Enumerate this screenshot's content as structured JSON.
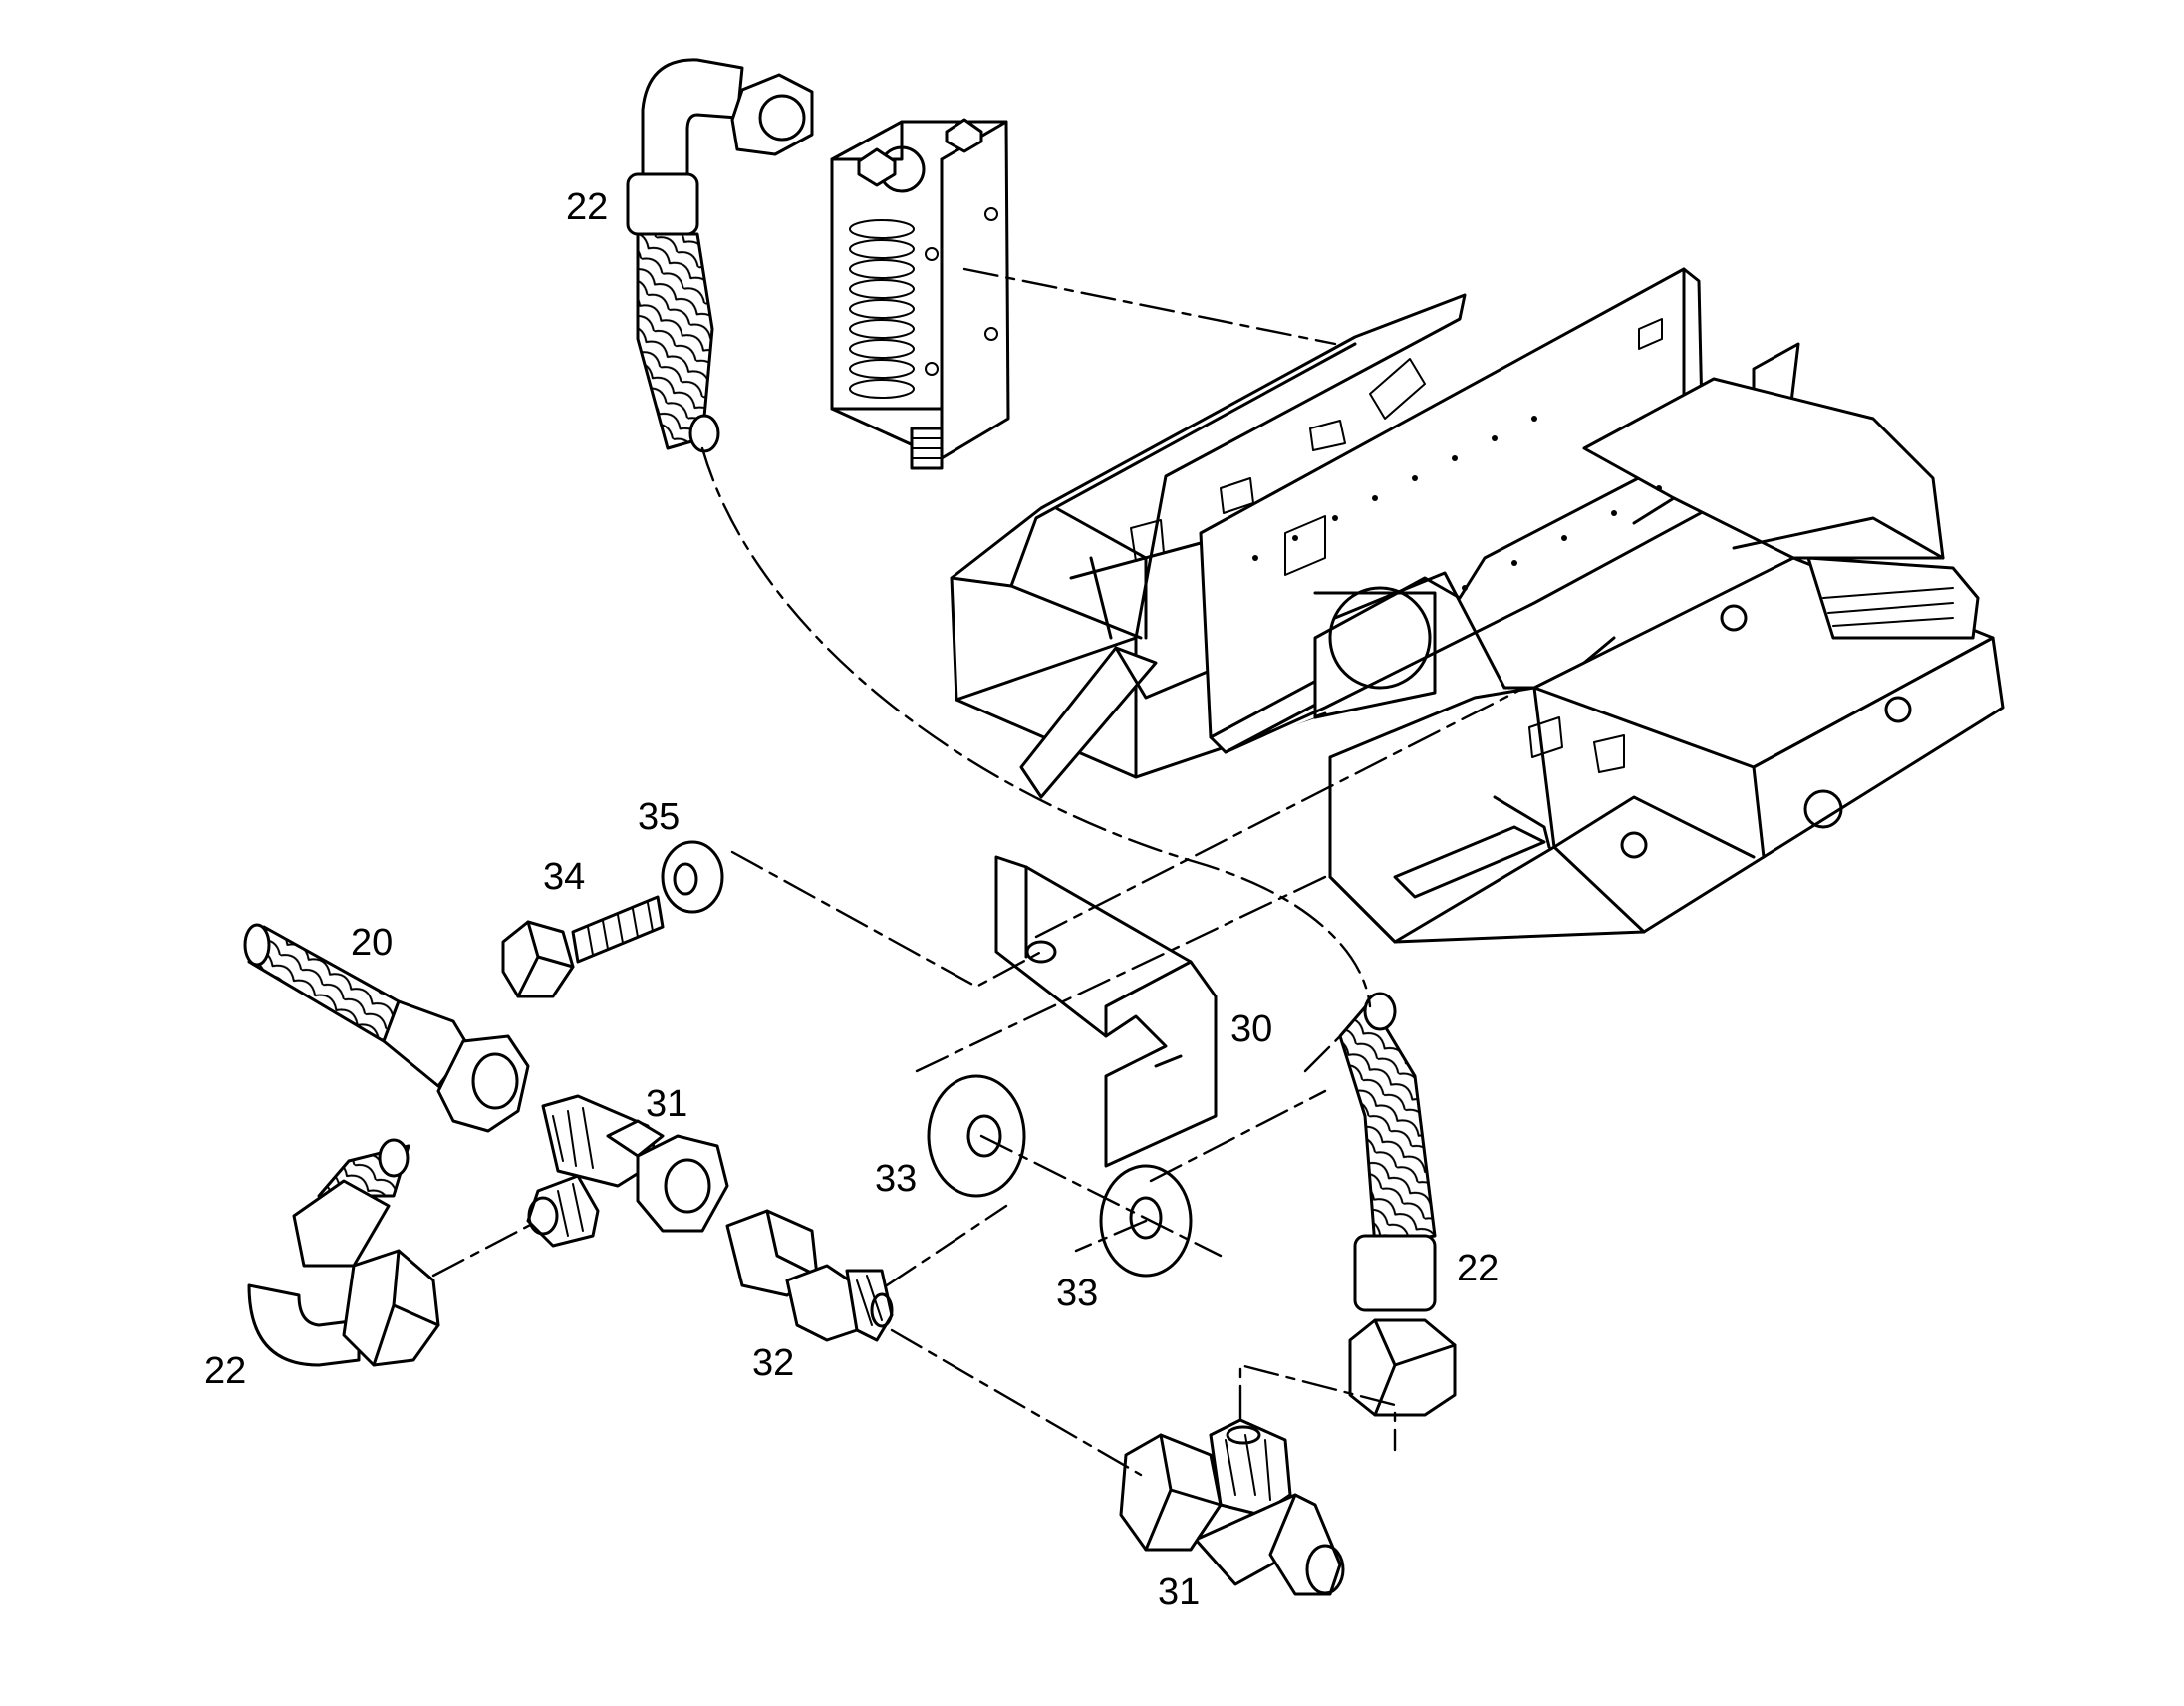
{
  "callouts": [
    {
      "id": "c22a",
      "text": "22"
    },
    {
      "id": "c35",
      "text": "35"
    },
    {
      "id": "c34",
      "text": "34"
    },
    {
      "id": "c20",
      "text": "20"
    },
    {
      "id": "c31a",
      "text": "31"
    },
    {
      "id": "c30",
      "text": "30"
    },
    {
      "id": "c33a",
      "text": "33"
    },
    {
      "id": "c33b",
      "text": "33"
    },
    {
      "id": "c22b",
      "text": "22"
    },
    {
      "id": "c22c",
      "text": "22"
    },
    {
      "id": "c32",
      "text": "32"
    },
    {
      "id": "c31b",
      "text": "31"
    }
  ]
}
